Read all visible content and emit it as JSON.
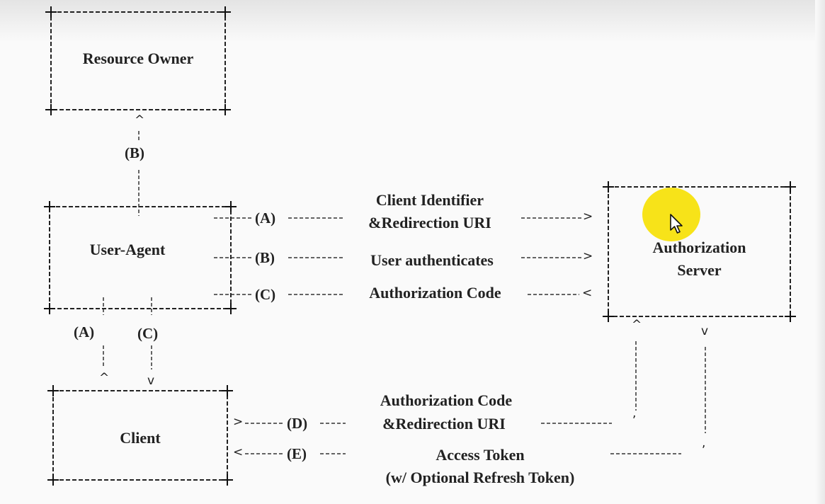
{
  "boxes": {
    "resource_owner": "Resource Owner",
    "user_agent": "User-Agent",
    "client": "Client",
    "authorization_server": [
      "Authorization",
      "Server"
    ]
  },
  "steps": {
    "A": "(A)",
    "B": "(B)",
    "C": "(C)",
    "D": "(D)",
    "E": "(E)"
  },
  "messages": {
    "client_identifier": [
      "Client Identifier",
      "&Redirection URI"
    ],
    "user_authenticates": "User authenticates",
    "authorization_code_c": "Authorization Code",
    "authorization_code_d": [
      "Authorization Code",
      "&Redirection URI"
    ],
    "access_token": [
      "Access Token",
      "(w/ Optional Refresh Token)"
    ]
  },
  "colors": {
    "cursor_highlight": "#f6e000"
  },
  "icons": {
    "cursor": "mouse-pointer-icon"
  }
}
